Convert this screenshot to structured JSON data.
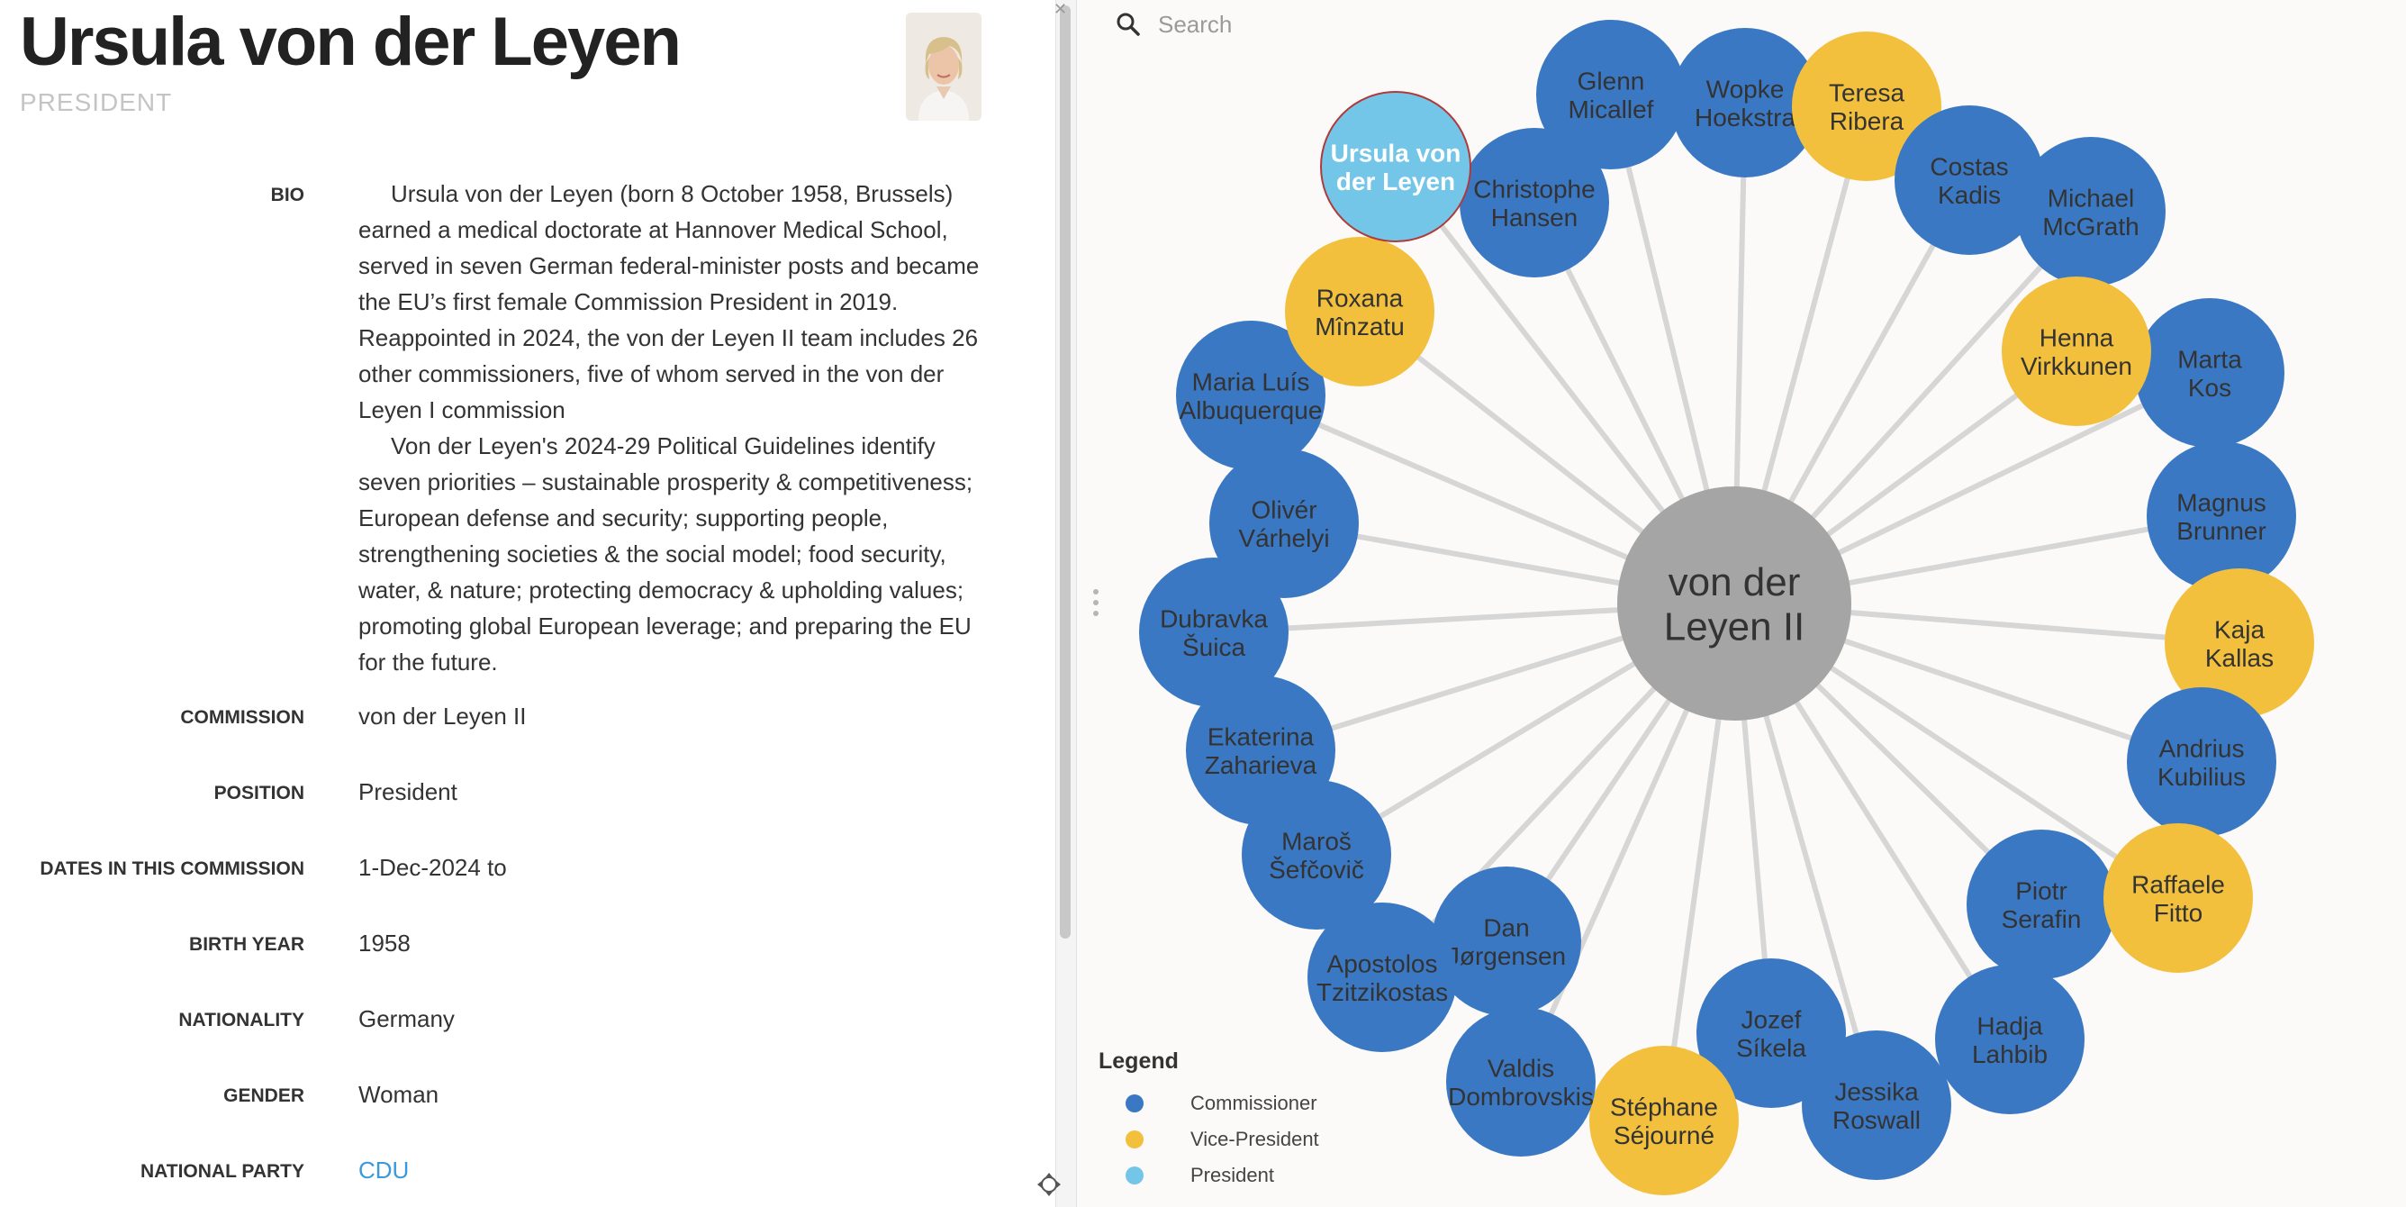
{
  "profile": {
    "name": "Ursula von der Leyen",
    "role": "PRESIDENT",
    "fields": {
      "bio_label": "BIO",
      "commission_label": "COMMISSION",
      "position_label": "POSITION",
      "dates_label": "DATES IN THIS COMMISSION",
      "birth_year_label": "BIRTH YEAR",
      "nationality_label": "NATIONALITY",
      "gender_label": "GENDER",
      "party_label": "NATIONAL PARTY"
    },
    "bio": {
      "p1": "Ursula von der Leyen (born 8 October 1958, Brussels) earned a medical doctorate at Hannover Medical School, served in seven German federal-minister posts and became the EU’s first female Commission President in 2019. Reappointed in 2024, the von der Leyen II team includes 26 other commissioners, five of whom served in the von der Leyen I commission",
      "p2": "Von der Leyen's 2024-29 Political Guidelines identify seven priorities – sustainable prosperity & competitiveness; European defense and security; supporting people, strengthening societies & the social model; food security, water, & nature; protecting democracy & upholding values; promoting global European leverage; and preparing the EU for the future."
    },
    "commission": "von der Leyen II",
    "position": "President",
    "dates": "1-Dec-2024 to",
    "birth_year": "1958",
    "nationality": "Germany",
    "gender": "Woman",
    "party": "CDU"
  },
  "search": {
    "placeholder": "Search"
  },
  "legend": {
    "title": "Legend",
    "items": [
      {
        "label": "Commissioner",
        "color": "#3a78c3"
      },
      {
        "label": "Vice-President",
        "color": "#f2c03d"
      },
      {
        "label": "President",
        "color": "#74c6e8"
      }
    ]
  },
  "colors": {
    "commissioner": "#3a78c3",
    "vice_president": "#f2c03d",
    "president": "#74c6e8",
    "hub": "#a5a5a5",
    "link": "#d6d6d6"
  },
  "network": {
    "hub_label": "von der Leyen II",
    "nodes": [
      {
        "label": "Glenn Micallef",
        "role": "commissioner"
      },
      {
        "label": "Wopke Hoekstra",
        "role": "commissioner"
      },
      {
        "label": "Teresa Ribera",
        "role": "vice_president"
      },
      {
        "label": "Costas Kadis",
        "role": "commissioner"
      },
      {
        "label": "Michael McGrath",
        "role": "commissioner"
      },
      {
        "label": "Marta Kos",
        "role": "commissioner"
      },
      {
        "label": "Henna Virkkunen",
        "role": "vice_president"
      },
      {
        "label": "Magnus Brunner",
        "role": "commissioner"
      },
      {
        "label": "Kaja Kallas",
        "role": "vice_president"
      },
      {
        "label": "Andrius Kubilius",
        "role": "commissioner"
      },
      {
        "label": "Piotr Serafin",
        "role": "commissioner"
      },
      {
        "label": "Raffaele Fitto",
        "role": "vice_president"
      },
      {
        "label": "Hadja Lahbib",
        "role": "commissioner"
      },
      {
        "label": "Jessika Roswall",
        "role": "commissioner"
      },
      {
        "label": "Jozef Síkela",
        "role": "commissioner"
      },
      {
        "label": "Stéphane Séjourné",
        "role": "vice_president"
      },
      {
        "label": "Valdis Dombrovskis",
        "role": "commissioner"
      },
      {
        "label": "Dan Jørgensen",
        "role": "commissioner"
      },
      {
        "label": "Apostolos Tzitzikostas",
        "role": "commissioner"
      },
      {
        "label": "Maroš Šefčovič",
        "role": "commissioner"
      },
      {
        "label": "Ekaterina Zaharieva",
        "role": "commissioner"
      },
      {
        "label": "Dubravka Šuica",
        "role": "commissioner"
      },
      {
        "label": "Olivér Várhelyi",
        "role": "commissioner"
      },
      {
        "label": "Maria Luís Albuquerque",
        "role": "commissioner"
      },
      {
        "label": "Roxana Mînzatu",
        "role": "vice_president"
      },
      {
        "label": "Christophe Hansen",
        "role": "commissioner"
      },
      {
        "label": "Ursula von der Leyen",
        "role": "president"
      }
    ]
  }
}
